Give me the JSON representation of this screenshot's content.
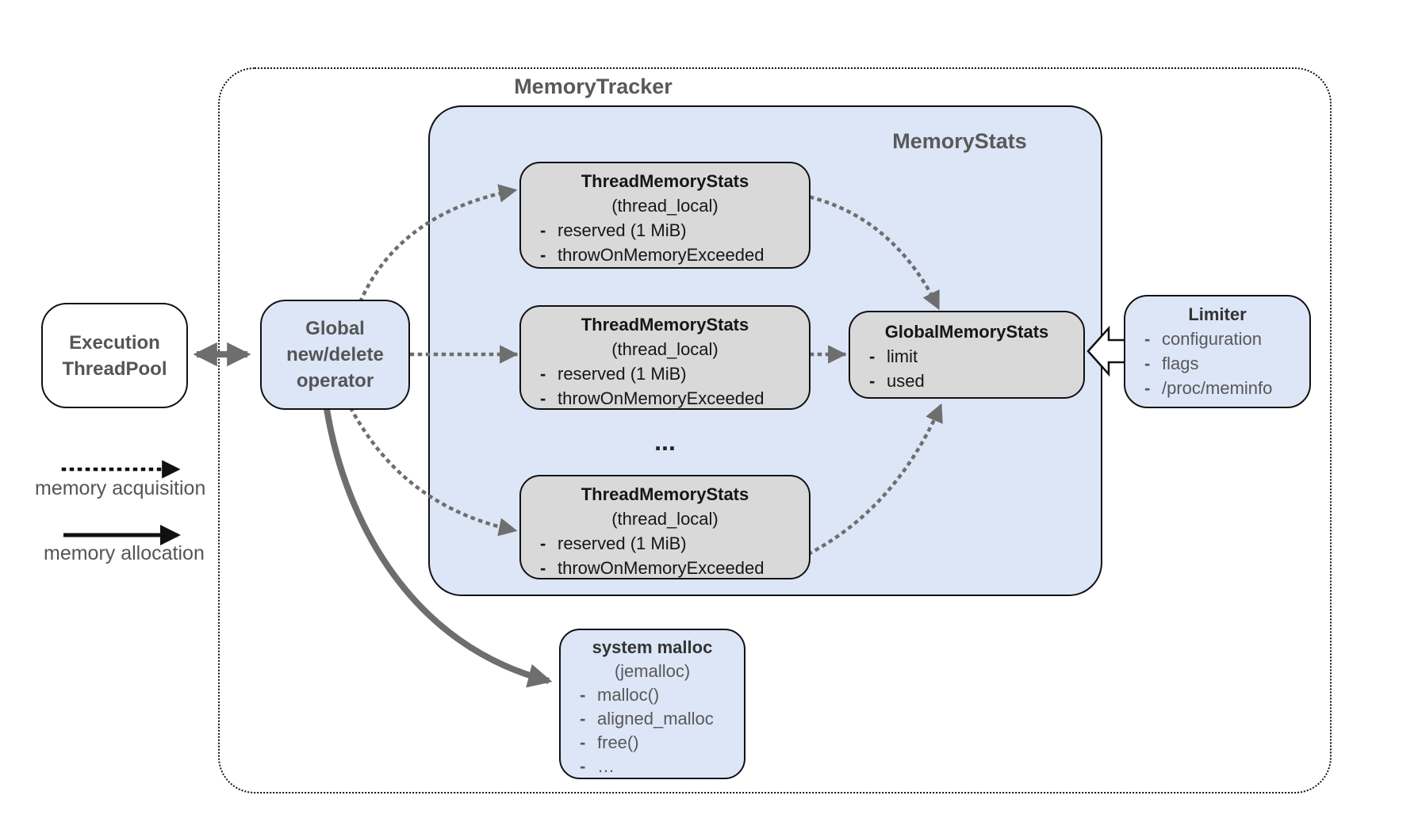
{
  "containers": {
    "memory_tracker": {
      "label": "MemoryTracker"
    },
    "memory_stats": {
      "label": "MemoryStats"
    }
  },
  "nodes": {
    "execution_threadpool": {
      "lines": [
        "Execution",
        "ThreadPool"
      ]
    },
    "global_operator": {
      "lines": [
        "Global",
        "new/delete",
        "operator"
      ]
    },
    "thread_stats": [
      {
        "title": "ThreadMemoryStats",
        "subtitle": "(thread_local)",
        "items": [
          "reserved (1 MiB)",
          "throwOnMemoryExceeded"
        ]
      },
      {
        "title": "ThreadMemoryStats",
        "subtitle": "(thread_local)",
        "items": [
          "reserved (1 MiB)",
          "throwOnMemoryExceeded"
        ]
      },
      {
        "title": "ThreadMemoryStats",
        "subtitle": "(thread_local)",
        "items": [
          "reserved (1 MiB)",
          "throwOnMemoryExceeded"
        ]
      }
    ],
    "ellipsis": "...",
    "global_memory_stats": {
      "title": "GlobalMemoryStats",
      "items": [
        "limit",
        "used"
      ]
    },
    "limiter": {
      "title": "Limiter",
      "items": [
        "configuration",
        "flags",
        "/proc/meminfo"
      ]
    },
    "system_malloc": {
      "title": "system malloc",
      "subtitle": "(jemalloc)",
      "items": [
        "malloc()",
        "aligned_malloc",
        "free()",
        "…"
      ]
    }
  },
  "legend": {
    "acquisition_label": "memory acquisition",
    "allocation_label": "memory allocation"
  },
  "colors": {
    "container_fill": "#dce6f7",
    "node_fill": "#d9d9d9",
    "arrow_gray": "#6e6e6e",
    "heading_gray": "#595959"
  }
}
